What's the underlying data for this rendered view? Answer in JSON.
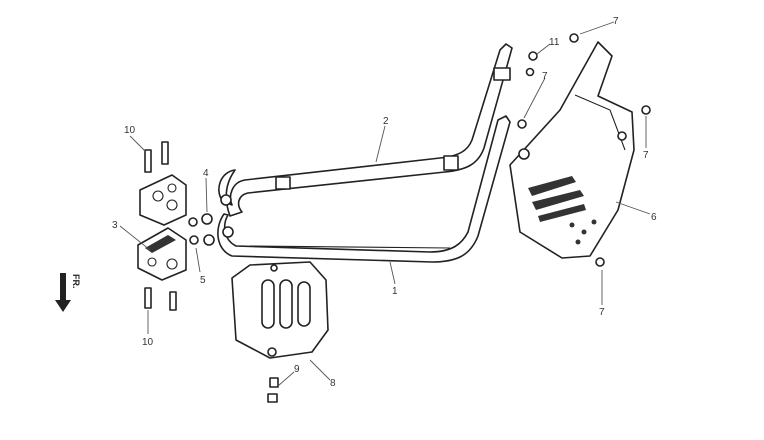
{
  "diagram": {
    "direction_label": "FR.",
    "callouts": [
      {
        "key": "c1",
        "number": "1"
      },
      {
        "key": "c2",
        "number": "2"
      },
      {
        "key": "c3",
        "number": "3"
      },
      {
        "key": "c4",
        "number": "4"
      },
      {
        "key": "c5",
        "number": "5"
      },
      {
        "key": "c6",
        "number": "6"
      },
      {
        "key": "c7a",
        "number": "7"
      },
      {
        "key": "c7b",
        "number": "7"
      },
      {
        "key": "c7c",
        "number": "7"
      },
      {
        "key": "c7d",
        "number": "7"
      },
      {
        "key": "c8",
        "number": "8"
      },
      {
        "key": "c9",
        "number": "9"
      },
      {
        "key": "c10a",
        "number": "10"
      },
      {
        "key": "c10b",
        "number": "10"
      },
      {
        "key": "c11",
        "number": "11"
      }
    ],
    "colors": {
      "line": "#222222",
      "background": "#ffffff"
    }
  }
}
